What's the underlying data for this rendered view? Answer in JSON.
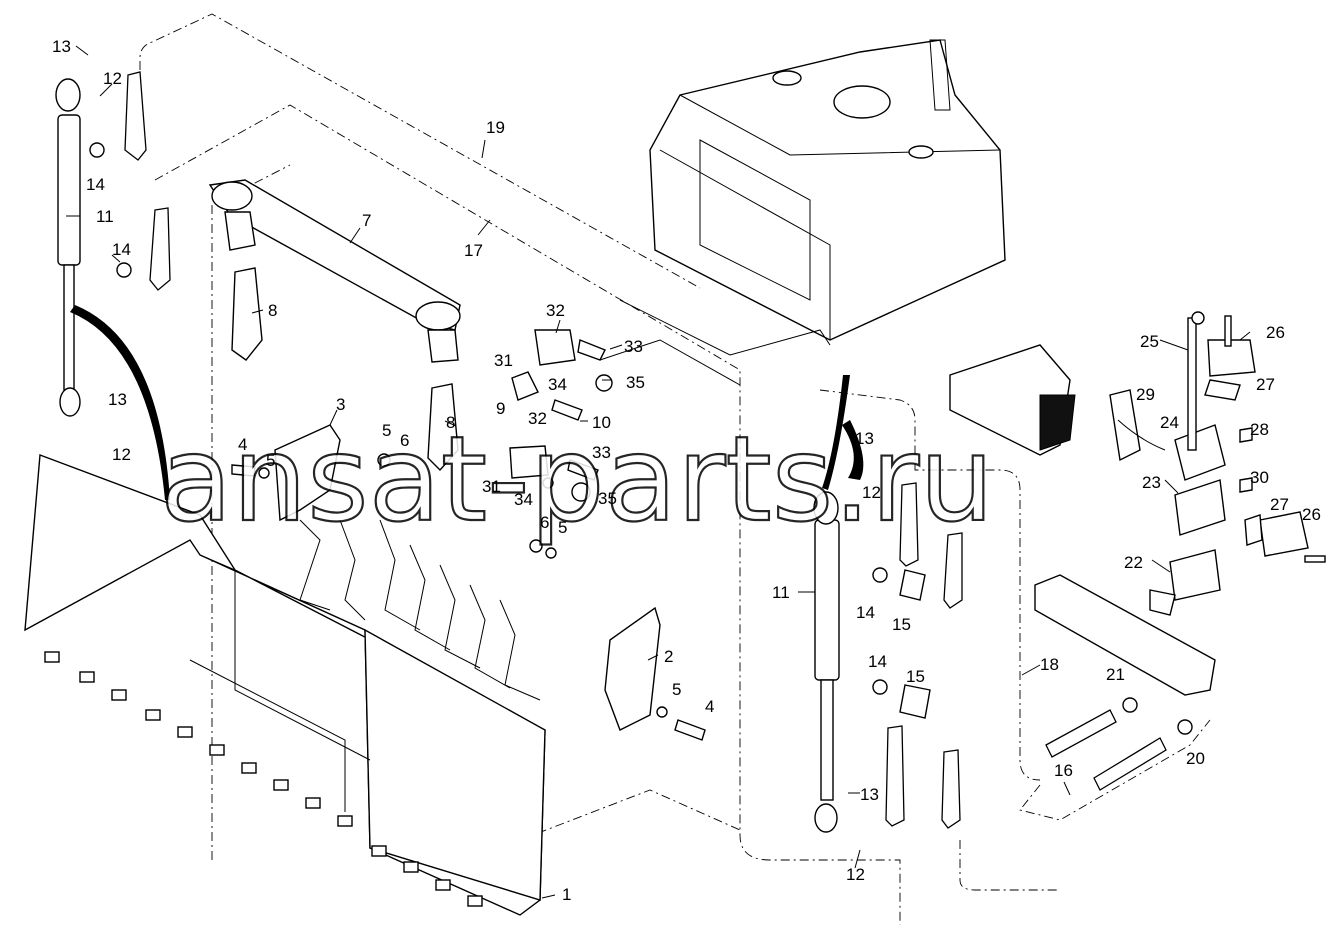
{
  "watermark": "ansat-parts.ru",
  "corner_mark": "",
  "callouts": [
    "1",
    "2",
    "3",
    "4",
    "5",
    "6",
    "7",
    "8",
    "9",
    "10",
    "11",
    "12",
    "13",
    "14",
    "15",
    "16",
    "17",
    "18",
    "19",
    "20",
    "21",
    "22",
    "23",
    "24",
    "25",
    "26",
    "27",
    "28",
    "29",
    "30",
    "31",
    "32",
    "33",
    "34",
    "35"
  ],
  "labels": {
    "l13a": "13",
    "l12a": "12",
    "l14a": "14",
    "l11a": "11",
    "l14b": "14",
    "l13b": "13",
    "l12b": "12",
    "l19": "19",
    "l7": "7",
    "l17": "17",
    "l8a": "8",
    "l3": "3",
    "l4a": "4",
    "l5a": "5",
    "l6a": "6",
    "l8b": "8",
    "l32a": "32",
    "l31a": "31",
    "l33a": "33",
    "l34a": "34",
    "l35a": "35",
    "l9": "9",
    "l10": "10",
    "l32b": "32",
    "l33b": "33",
    "l31b": "31",
    "l34b": "34",
    "l35b": "35",
    "l6b": "6",
    "l5b": "5",
    "l2": "2",
    "l5c": "5",
    "l4b": "4",
    "l1": "1",
    "l13c": "13",
    "l12c": "12",
    "l11b": "11",
    "l14c": "14",
    "l15a": "15",
    "l14d": "14",
    "l15b": "15",
    "l13d": "13",
    "l12d": "12",
    "l18": "18",
    "l16": "16",
    "l21": "21",
    "l20": "20",
    "l25": "25",
    "l26a": "26",
    "l27a": "27",
    "l29": "29",
    "l24": "24",
    "l28": "28",
    "l23": "23",
    "l30": "30",
    "l27b": "27",
    "l26b": "26",
    "l22": "22"
  }
}
